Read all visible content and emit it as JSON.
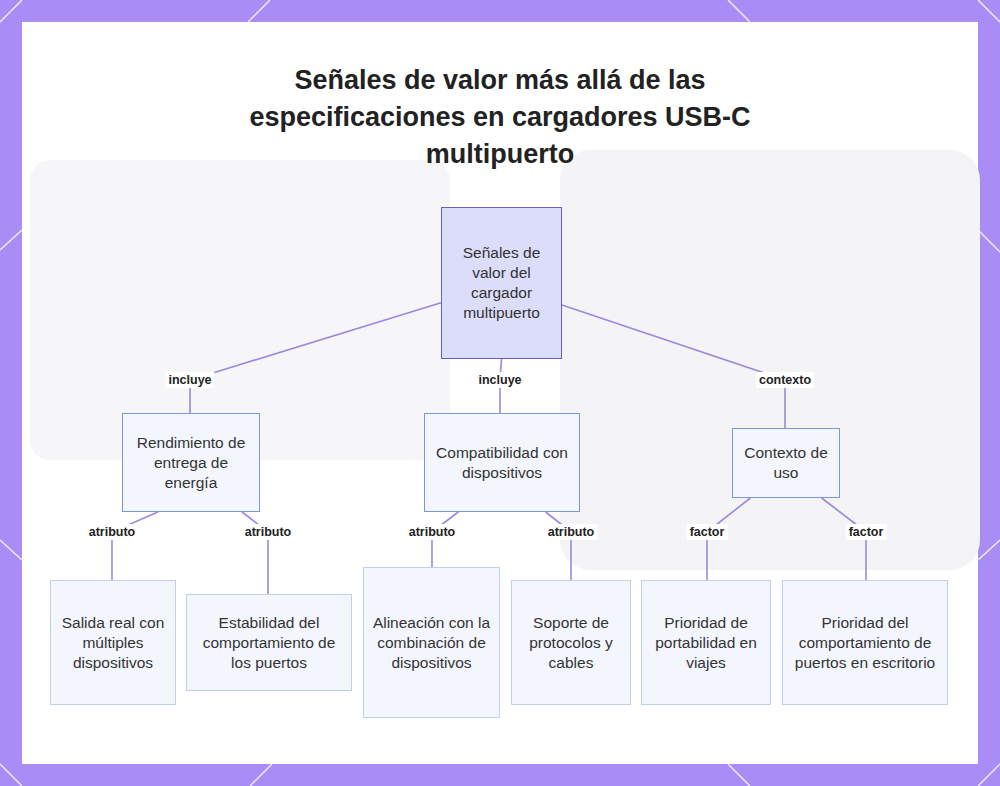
{
  "diagram": {
    "title": "Señales de valor más allá de las especificaciones en cargadores USB-C multipuerto",
    "nodes": [
      {
        "text": [
          "Señales de valor del cargador multipuerto"
        ]
      },
      {
        "text": [
          "Rendimiento de entrega de energía"
        ]
      },
      {
        "text": [
          "Compatibilidad con dispositivos"
        ]
      },
      {
        "text": [
          "Contexto de uso"
        ]
      },
      {
        "text": [
          "Salida real con múltiples dispositivos"
        ]
      },
      {
        "text": [
          "Estabilidad del comportamiento de los puertos"
        ]
      },
      {
        "text": [
          "Alineación con la combinación de dispositivos"
        ]
      },
      {
        "text": [
          "Soporte de protocolos y cables"
        ]
      },
      {
        "text": [
          "Prioridad de portabilidad en viajes"
        ]
      },
      {
        "text": [
          "Prioridad del comportamiento de puertos en escritorio"
        ]
      }
    ],
    "edges": [
      {
        "from": 0,
        "to": 1,
        "label": "incluye",
        "arrow": "none"
      },
      {
        "from": 0,
        "to": 2,
        "label": "incluye",
        "arrow": "none"
      },
      {
        "from": 0,
        "to": 3,
        "label": "contexto",
        "arrow": "none"
      },
      {
        "from": 1,
        "to": 4,
        "label": "atributo",
        "arrow": "none"
      },
      {
        "from": 1,
        "to": 5,
        "label": "atributo",
        "arrow": "none"
      },
      {
        "from": 2,
        "to": 6,
        "label": "atributo",
        "arrow": "none"
      },
      {
        "from": 2,
        "to": 7,
        "label": "atributo",
        "arrow": "none"
      },
      {
        "from": 3,
        "to": 8,
        "label": "factor",
        "arrow": "none"
      },
      {
        "from": 3,
        "to": 9,
        "label": "factor",
        "arrow": "none"
      }
    ]
  }
}
